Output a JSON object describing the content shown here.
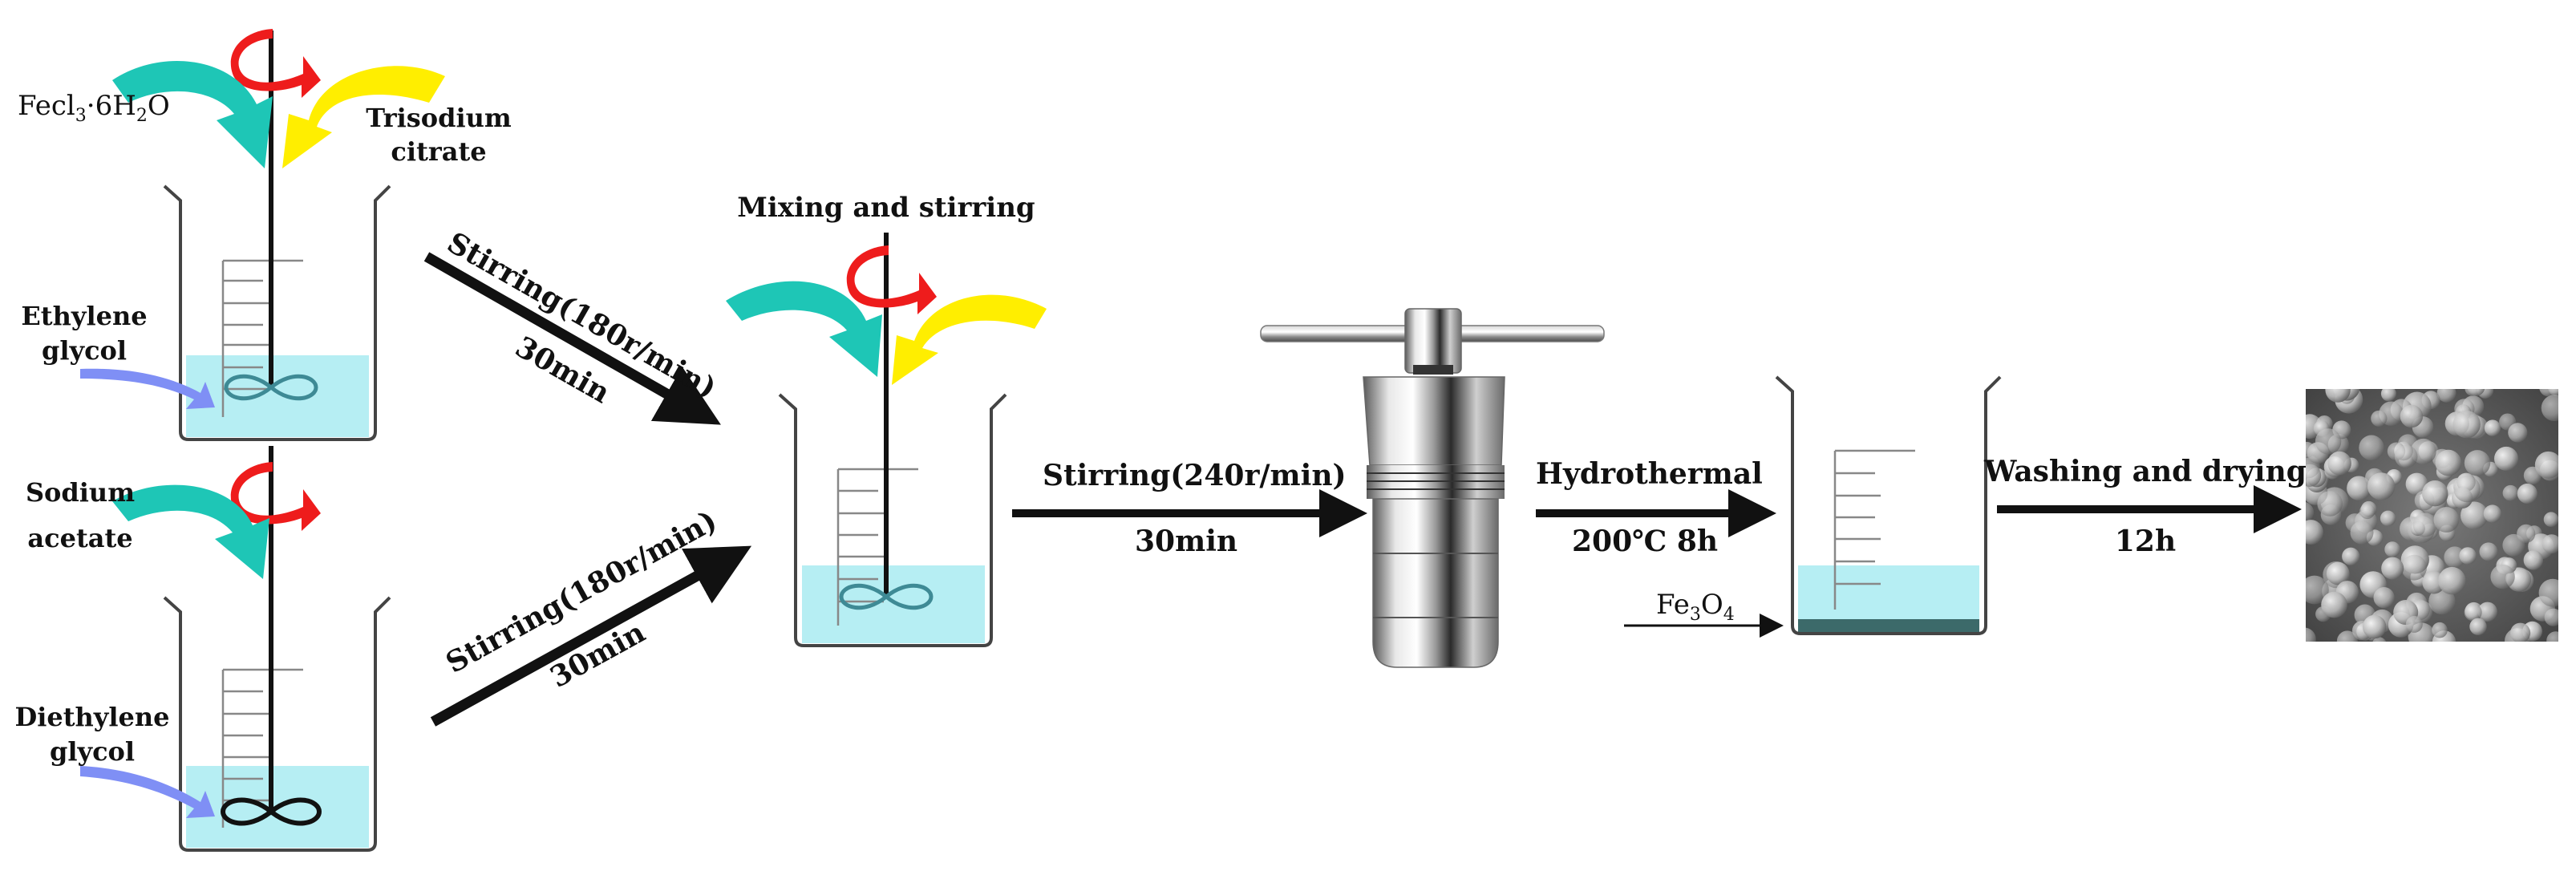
{
  "labels": {
    "fecl3_pre": "Fecl",
    "fecl3_sub": "3",
    "fecl3_mid": "·6H",
    "fecl3_sub2": "2",
    "fecl3_post": "O",
    "trisodium_1": "Trisodium",
    "trisodium_2": "citrate",
    "ethylene_1": "Ethylene",
    "ethylene_2": "glycol",
    "sodium_1": "Sodium",
    "sodium_2": "acetate",
    "diethylene_1": "Diethylene",
    "diethylene_2": "glycol",
    "stir180_top_1": "Stirring(180r/min)",
    "stir180_top_2": "30min",
    "stir180_bot_1": "Stirring(180r/min)",
    "stir180_bot_2": "30min",
    "mixing": "Mixing and stirring",
    "stir240_1": "Stirring(240r/min)",
    "stir240_2": "30min",
    "hydro_1": "Hydrothermal",
    "hydro_2": "200℃ 8h",
    "fe3o4_pre": "Fe",
    "fe3o4_sub": "3",
    "fe3o4_mid": "O",
    "fe3o4_sub2": "4",
    "wash_1": "Washing and drying",
    "wash_2": "12h"
  },
  "colors": {
    "teal": "#1ec6b6",
    "yellow": "#ffee00",
    "red": "#ee1c1c",
    "liquid": "#b6eef3",
    "beaker": "#444444",
    "arrow": "#111111",
    "feed": "#7f8ff5"
  }
}
